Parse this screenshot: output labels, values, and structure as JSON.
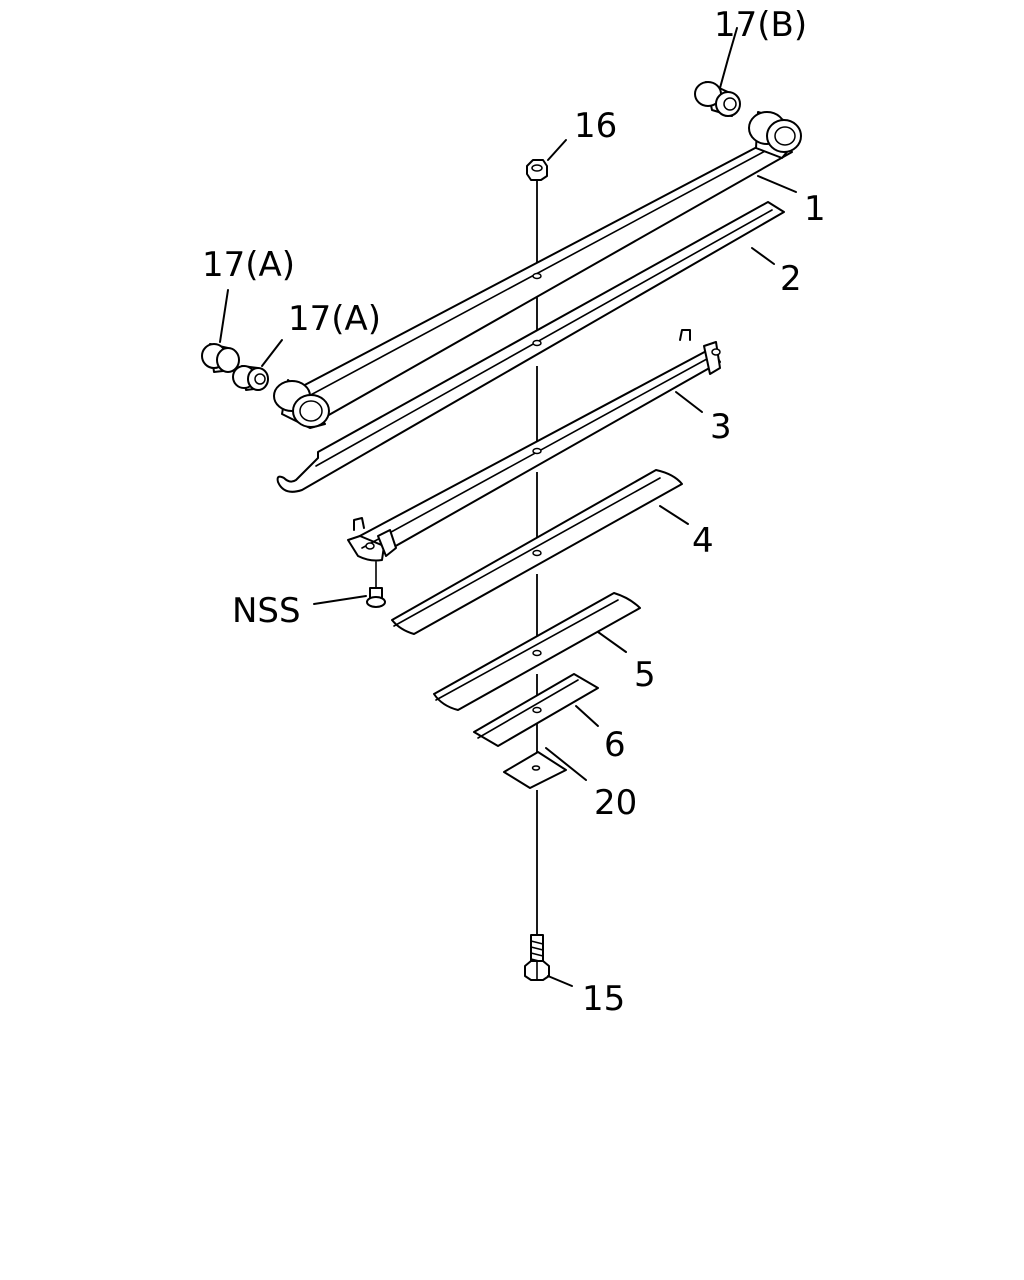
{
  "diagram": {
    "callouts": {
      "p17b": "17(B)",
      "p16": "16",
      "p1": "1",
      "p2": "2",
      "p17a_outer": "17(A)",
      "p17a_inner": "17(A)",
      "p3": "3",
      "p4": "4",
      "nss": "NSS",
      "p5": "5",
      "p6": "6",
      "p20": "20",
      "p15": "15"
    }
  }
}
